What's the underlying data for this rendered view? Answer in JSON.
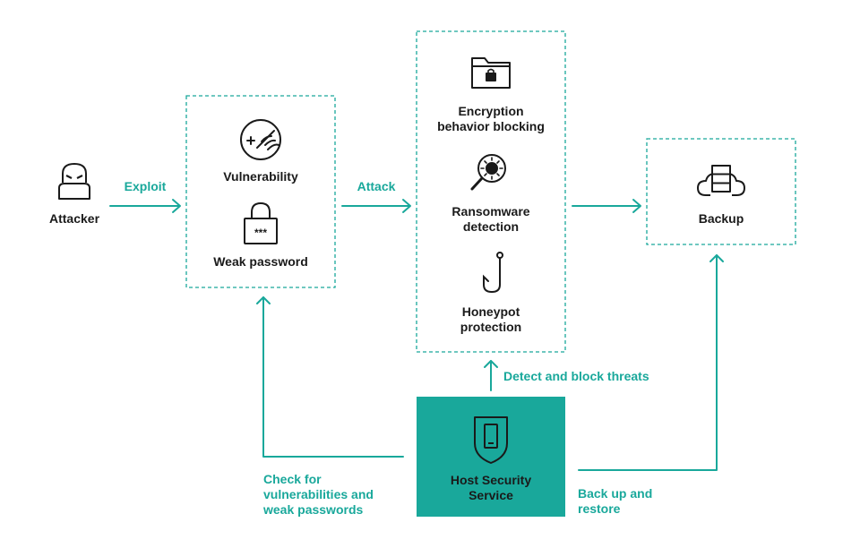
{
  "colors": {
    "accent": "#19a89b",
    "ink": "#1a1a1a",
    "box_border": "#19a89b"
  },
  "nodes": {
    "attacker": {
      "label": "Attacker",
      "icon": "hooded-attacker-icon"
    },
    "vulnerability": {
      "label": "Vulnerability",
      "icon": "vulnerability-scan-icon"
    },
    "weak_password": {
      "label": "Weak password",
      "icon": "padlock-password-icon"
    },
    "encryption": {
      "line1": "Encryption",
      "line2": "behavior blocking",
      "icon": "locked-folder-icon"
    },
    "ransomware": {
      "line1": "Ransomware",
      "line2": "detection",
      "icon": "magnifier-virus-icon"
    },
    "honeypot": {
      "line1": "Honeypot",
      "line2": "protection",
      "icon": "fishhook-icon"
    },
    "backup": {
      "label": "Backup",
      "icon": "cloud-database-icon"
    },
    "hss": {
      "line1": "Host Security",
      "line2": "Service",
      "icon": "shield-phone-icon"
    }
  },
  "edges": {
    "exploit": "Exploit",
    "attack": "Attack",
    "detect_block": "Detect and block threats",
    "check": {
      "line1": "Check for",
      "line2": "vulnerabilities and",
      "line3": "weak passwords"
    },
    "backup_restore": {
      "line1": "Back up and",
      "line2": "restore"
    }
  }
}
